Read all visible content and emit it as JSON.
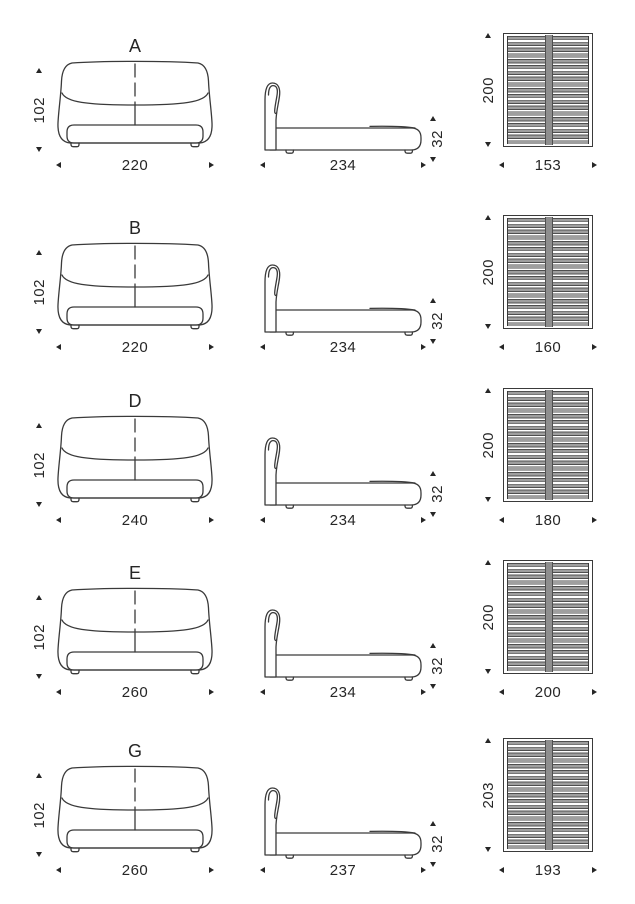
{
  "diagram": {
    "background": "#ffffff",
    "line_color": "#3a3a3a",
    "text_color": "#262626",
    "slat_fill": "#9f9f9f",
    "slat_edge": "#4f4f4f",
    "rows": [
      {
        "label": "A",
        "front_height": "102",
        "front_width": "220",
        "side_depth": "234",
        "side_height": "32",
        "top_length": "200",
        "top_width": "153"
      },
      {
        "label": "B",
        "front_height": "102",
        "front_width": "220",
        "side_depth": "234",
        "side_height": "32",
        "top_length": "200",
        "top_width": "160"
      },
      {
        "label": "D",
        "front_height": "102",
        "front_width": "240",
        "side_depth": "234",
        "side_height": "32",
        "top_length": "200",
        "top_width": "180"
      },
      {
        "label": "E",
        "front_height": "102",
        "front_width": "260",
        "side_depth": "234",
        "side_height": "32",
        "top_length": "200",
        "top_width": "200"
      },
      {
        "label": "G",
        "front_height": "102",
        "front_width": "260",
        "side_depth": "237",
        "side_height": "32",
        "top_length": "203",
        "top_width": "193"
      }
    ]
  }
}
